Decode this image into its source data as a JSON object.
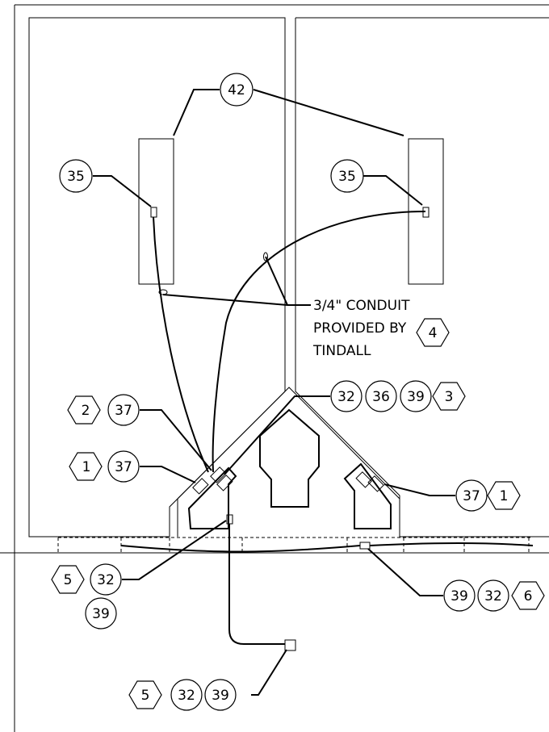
{
  "tags": {
    "t42": "42",
    "t35_left": "35",
    "t35_right": "35",
    "t32a": "32",
    "t36": "36",
    "t39a": "39",
    "h3": "3",
    "h2": "2",
    "t37a": "37",
    "h1_left": "1",
    "t37b": "37",
    "t37c": "37",
    "h1_right": "1",
    "h5a": "5",
    "t32b": "32",
    "t39b": "39",
    "t39c": "39",
    "t32c": "32",
    "h6": "6",
    "h5b": "5",
    "t32d": "32",
    "t39d": "39",
    "h4": "4"
  },
  "note": {
    "line1": "3/4\" CONDUIT",
    "line2": "PROVIDED BY",
    "line3": "TINDALL"
  }
}
